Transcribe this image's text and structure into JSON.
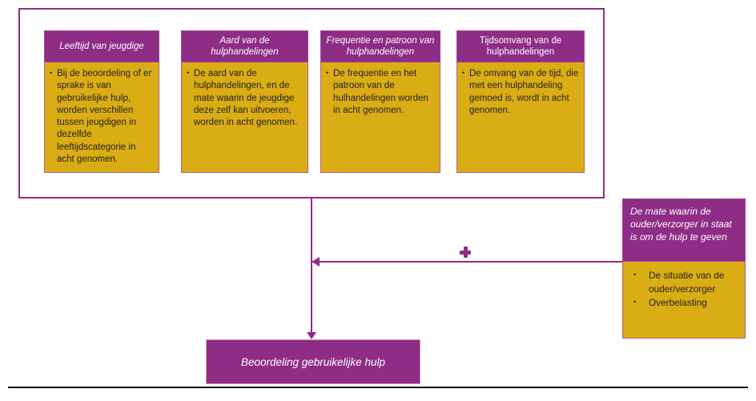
{
  "diagram": {
    "factors": [
      {
        "title": "Leeftijd van jeugdige",
        "body": "Bij de beoordeling of er sprake is van gebruikelijke hulp, worden verschillen tussen jeugdigen in dezelfde leeftijdscategorie in acht genomen."
      },
      {
        "title": "Aard van de hulphandelingen",
        "body": "De aard van de hulphandelingen, en de mate waarin de jeugdige deze zelf kan uitvoeren, worden in acht genomen."
      },
      {
        "title": "Frequentie en patroon van hulphandelingen",
        "body": "De frequentie en het patroon van de hulhandelingen worden in acht genomen."
      },
      {
        "title": "Tijdsomvang van de hulphandelingen",
        "body": "De omvang van de tijd, die met een hulphandeling gemoed is, wordt in acht genomen."
      }
    ],
    "side_box": {
      "title": "De mate waarin de ouder/verzorger in staat is om de hulp te geven",
      "bullets": [
        "De situatie van de ouder/verzorger",
        "Overbelasting"
      ]
    },
    "result_box": {
      "label": "Beoordeling gebruikelijke hulp"
    },
    "icons": {
      "plus": "plus-icon"
    },
    "colors": {
      "purple": "#8E2C86",
      "gold": "#DBAD14",
      "text_dark": "#1F1F1F",
      "white": "#FFFFFF",
      "rule_black": "#0A0A0A"
    }
  }
}
